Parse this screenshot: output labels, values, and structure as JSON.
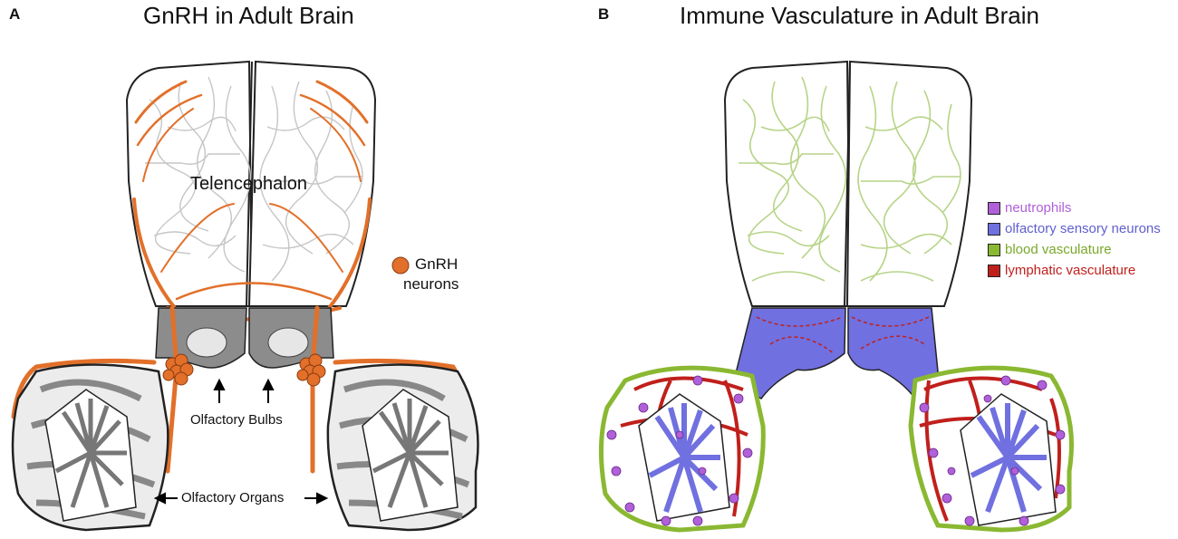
{
  "panel_a": {
    "letter": "A",
    "title": "GnRH in Adult Brain",
    "telencephalon_label": "Telencephalon",
    "gnrh_label_line1": "GnRH",
    "gnrh_label_line2": "neurons",
    "olfactory_bulbs_label": "Olfactory Bulbs",
    "olfactory_organs_label": "Olfactory Organs"
  },
  "panel_b": {
    "letter": "B",
    "title": "Immune Vasculature in Adult Brain",
    "legend": [
      {
        "label": "neutrophils",
        "color": "#b060d8"
      },
      {
        "label": "olfactory sensory neurons",
        "color": "#7070e0"
      },
      {
        "label": "blood vasculature",
        "color": "#8ab832"
      },
      {
        "label": "lymphatic vasculature",
        "color": "#c0201c"
      }
    ]
  },
  "colors": {
    "gnrh_orange": "#e2702a",
    "brain_gray": "#b8b8b8",
    "organ_gray": "#777777",
    "blood_green": "#8ab832",
    "lymph_red": "#c0201c",
    "osn_purple": "#7070e0",
    "neutrophil_violet": "#b060d8"
  }
}
